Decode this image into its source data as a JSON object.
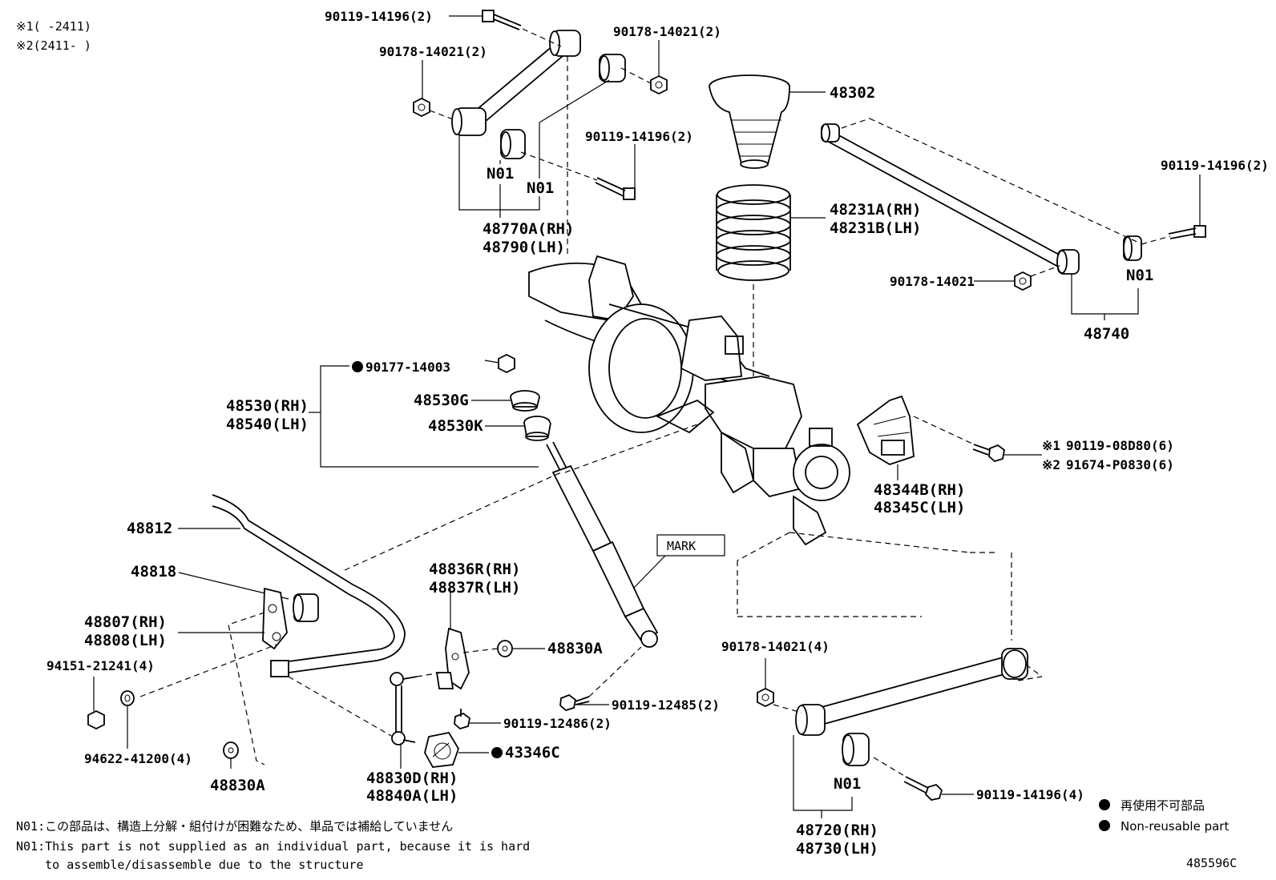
{
  "header_notes": [
    "※1(    -2411)",
    "※2(2411-    )"
  ],
  "labels": {
    "bolt_top": "90119-14196(2)",
    "nut_top_right": "90178-14021(2)",
    "nut_top_left": "90178-14021(2)",
    "bolt_mid": "90119-14196(2)",
    "n01_a": "N01",
    "n01_b": "N01",
    "arm_upper_1": "48770A(RH)",
    "arm_upper_2": "48790(LH)",
    "insulator": "48302",
    "spring_1": "48231A(RH)",
    "spring_2": "48231B(LH)",
    "bolt_right": "90119-14196(2)",
    "nut_right": "90178-14021",
    "n01_c": "N01",
    "lateral_rod": "48740",
    "nut_shock": "90177-14003",
    "cushion_g": "48530G",
    "cushion_k": "48530K",
    "shock_1": "48530(RH)",
    "shock_2": "48540(LH)",
    "bumper_1": "48344B(RH)",
    "bumper_2": "48345C(LH)",
    "bolt_bumper_1": "90119-08D80(6)",
    "bolt_bumper_2": "91674-P0830(6)",
    "mark1": "※1",
    "mark2": "※2",
    "stabilizer": "48812",
    "bushing": "48818",
    "bracket_1": "48807(RH)",
    "bracket_2": "48808(LH)",
    "mark_box": "MARK",
    "link_bracket_1": "48836R(RH)",
    "link_bracket_2": "48837R(LH)",
    "nut_link": "48830A",
    "nut_bracket": "94151-21241(4)",
    "washer": "94622-41200(4)",
    "nut_bottom": "48830A",
    "bolt_link": "90119-12486(2)",
    "bolt_shock_low": "90119-12485(2)",
    "sensor": "43346C",
    "link_1": "48830D(RH)",
    "link_2": "48840A(LH)",
    "nut_lower_arm": "90178-14021(4)",
    "n01_d": "N01",
    "bolt_lower_arm": "90119-14196(4)",
    "lower_arm_1": "48720(RH)",
    "lower_arm_2": "48730(LH)"
  },
  "legend": {
    "jp": "再使用不可部品",
    "en": "Non-reusable part"
  },
  "footnotes": {
    "jp": "N01:この部品は、構造上分解・組付けが困難なため、単品では補給していません",
    "en1": "N01:This part is not supplied as an individual part, because it is hard",
    "en2": "    to assemble/disassemble due to the structure"
  },
  "figure_id": "485596C"
}
